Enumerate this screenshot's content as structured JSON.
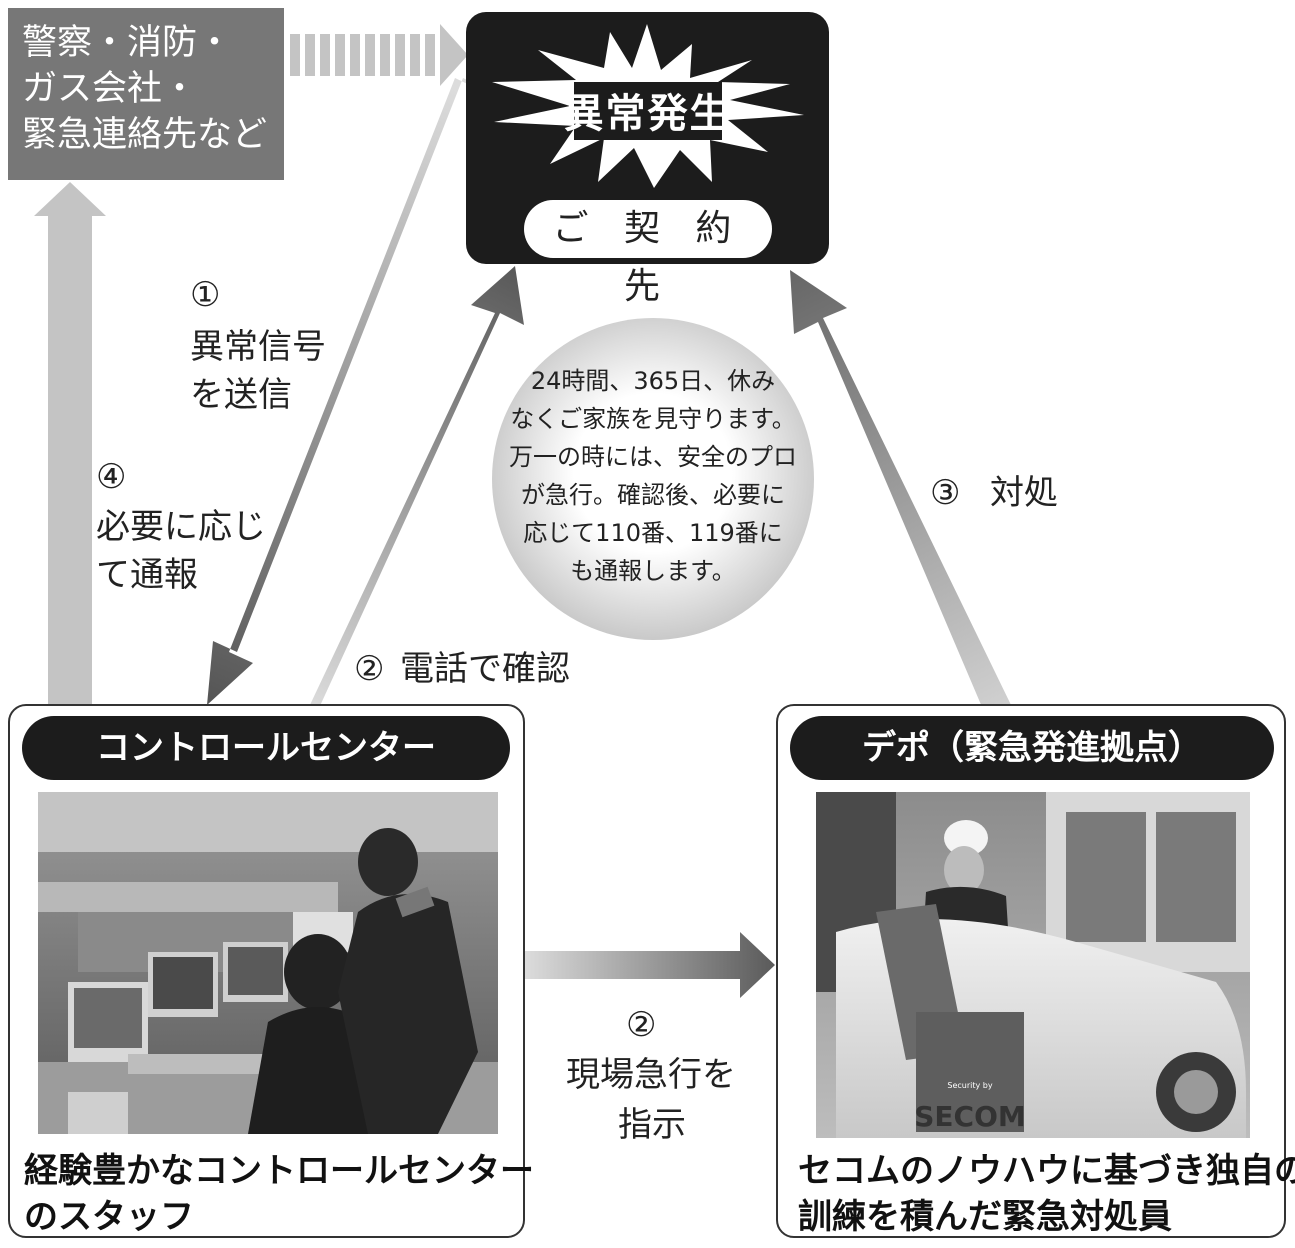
{
  "police_box": {
    "lines": [
      "警察・消防・",
      "ガス会社・",
      "緊急連絡先など"
    ]
  },
  "client_box": {
    "event": "異常発生",
    "label": "ご 契 約 先"
  },
  "steps": {
    "step1": {
      "number": "①",
      "lines": [
        "異常信号",
        "を送信"
      ]
    },
    "step2_phone": {
      "number": "②",
      "text": "電話で確認"
    },
    "step2_dispatch": {
      "number": "②",
      "lines": [
        "現場急行を",
        "指示"
      ]
    },
    "step3": {
      "number": "③",
      "text": "対処"
    },
    "step4": {
      "number": "④",
      "lines": [
        "必要に応じ",
        "て通報"
      ]
    }
  },
  "bubble": {
    "lines": [
      "24時間、365日、休み",
      "なくご家族を見守ります。",
      "万一の時には、安全のプロ",
      "が急行。確認後、必要に",
      "応じて110番、119番に",
      "も通報します。"
    ]
  },
  "control_center": {
    "title": "コントロールセンター",
    "caption_lines": [
      "経験豊かなコントロールセンター",
      "のスタッフ"
    ]
  },
  "depot": {
    "title": "デポ（緊急発進拠点）",
    "caption_lines": [
      "セコムのノウハウに基づき独自の",
      "訓練を積んだ緊急対処員"
    ],
    "car_logo_small": "Security by",
    "car_logo": "SECOM"
  },
  "colors": {
    "dark": "#1c1c1c",
    "gray_box": "#777777",
    "arrow_light": "#c8c8c8",
    "arrow_dark": "#6e6e6e"
  }
}
